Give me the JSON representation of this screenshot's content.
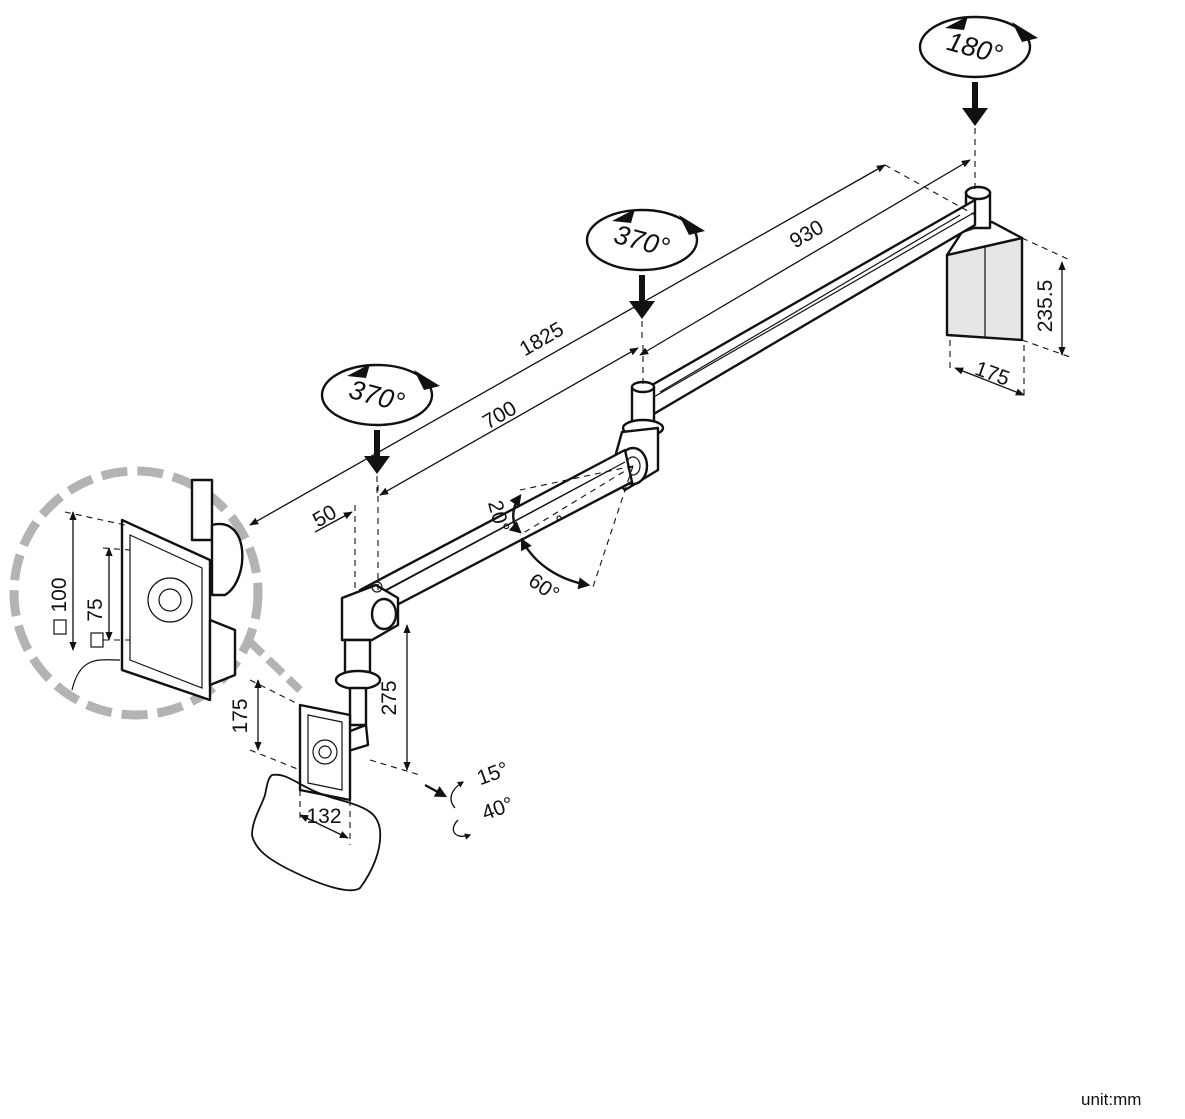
{
  "rotations": {
    "ceiling_joint": "180°",
    "middle_joint": "370°",
    "outer_joint": "370°"
  },
  "dimensions": {
    "total_reach": "1825",
    "upper_arm": "930",
    "lower_arm": "700",
    "offset": "50",
    "base_height": "235.5",
    "base_width": "175",
    "drop_height": "275",
    "mount_height": "175",
    "mount_width": "132",
    "vesa_large": "100",
    "vesa_small": "75"
  },
  "angles": {
    "tilt_up": "20°",
    "tilt_down": "60°",
    "pan_forward": "15°",
    "pan_back": "40°"
  },
  "unit": "unit:mm",
  "colors": {
    "line": "#111111",
    "inset_circle": "#b3b3b3",
    "base_fill": "#e6e6e6"
  }
}
